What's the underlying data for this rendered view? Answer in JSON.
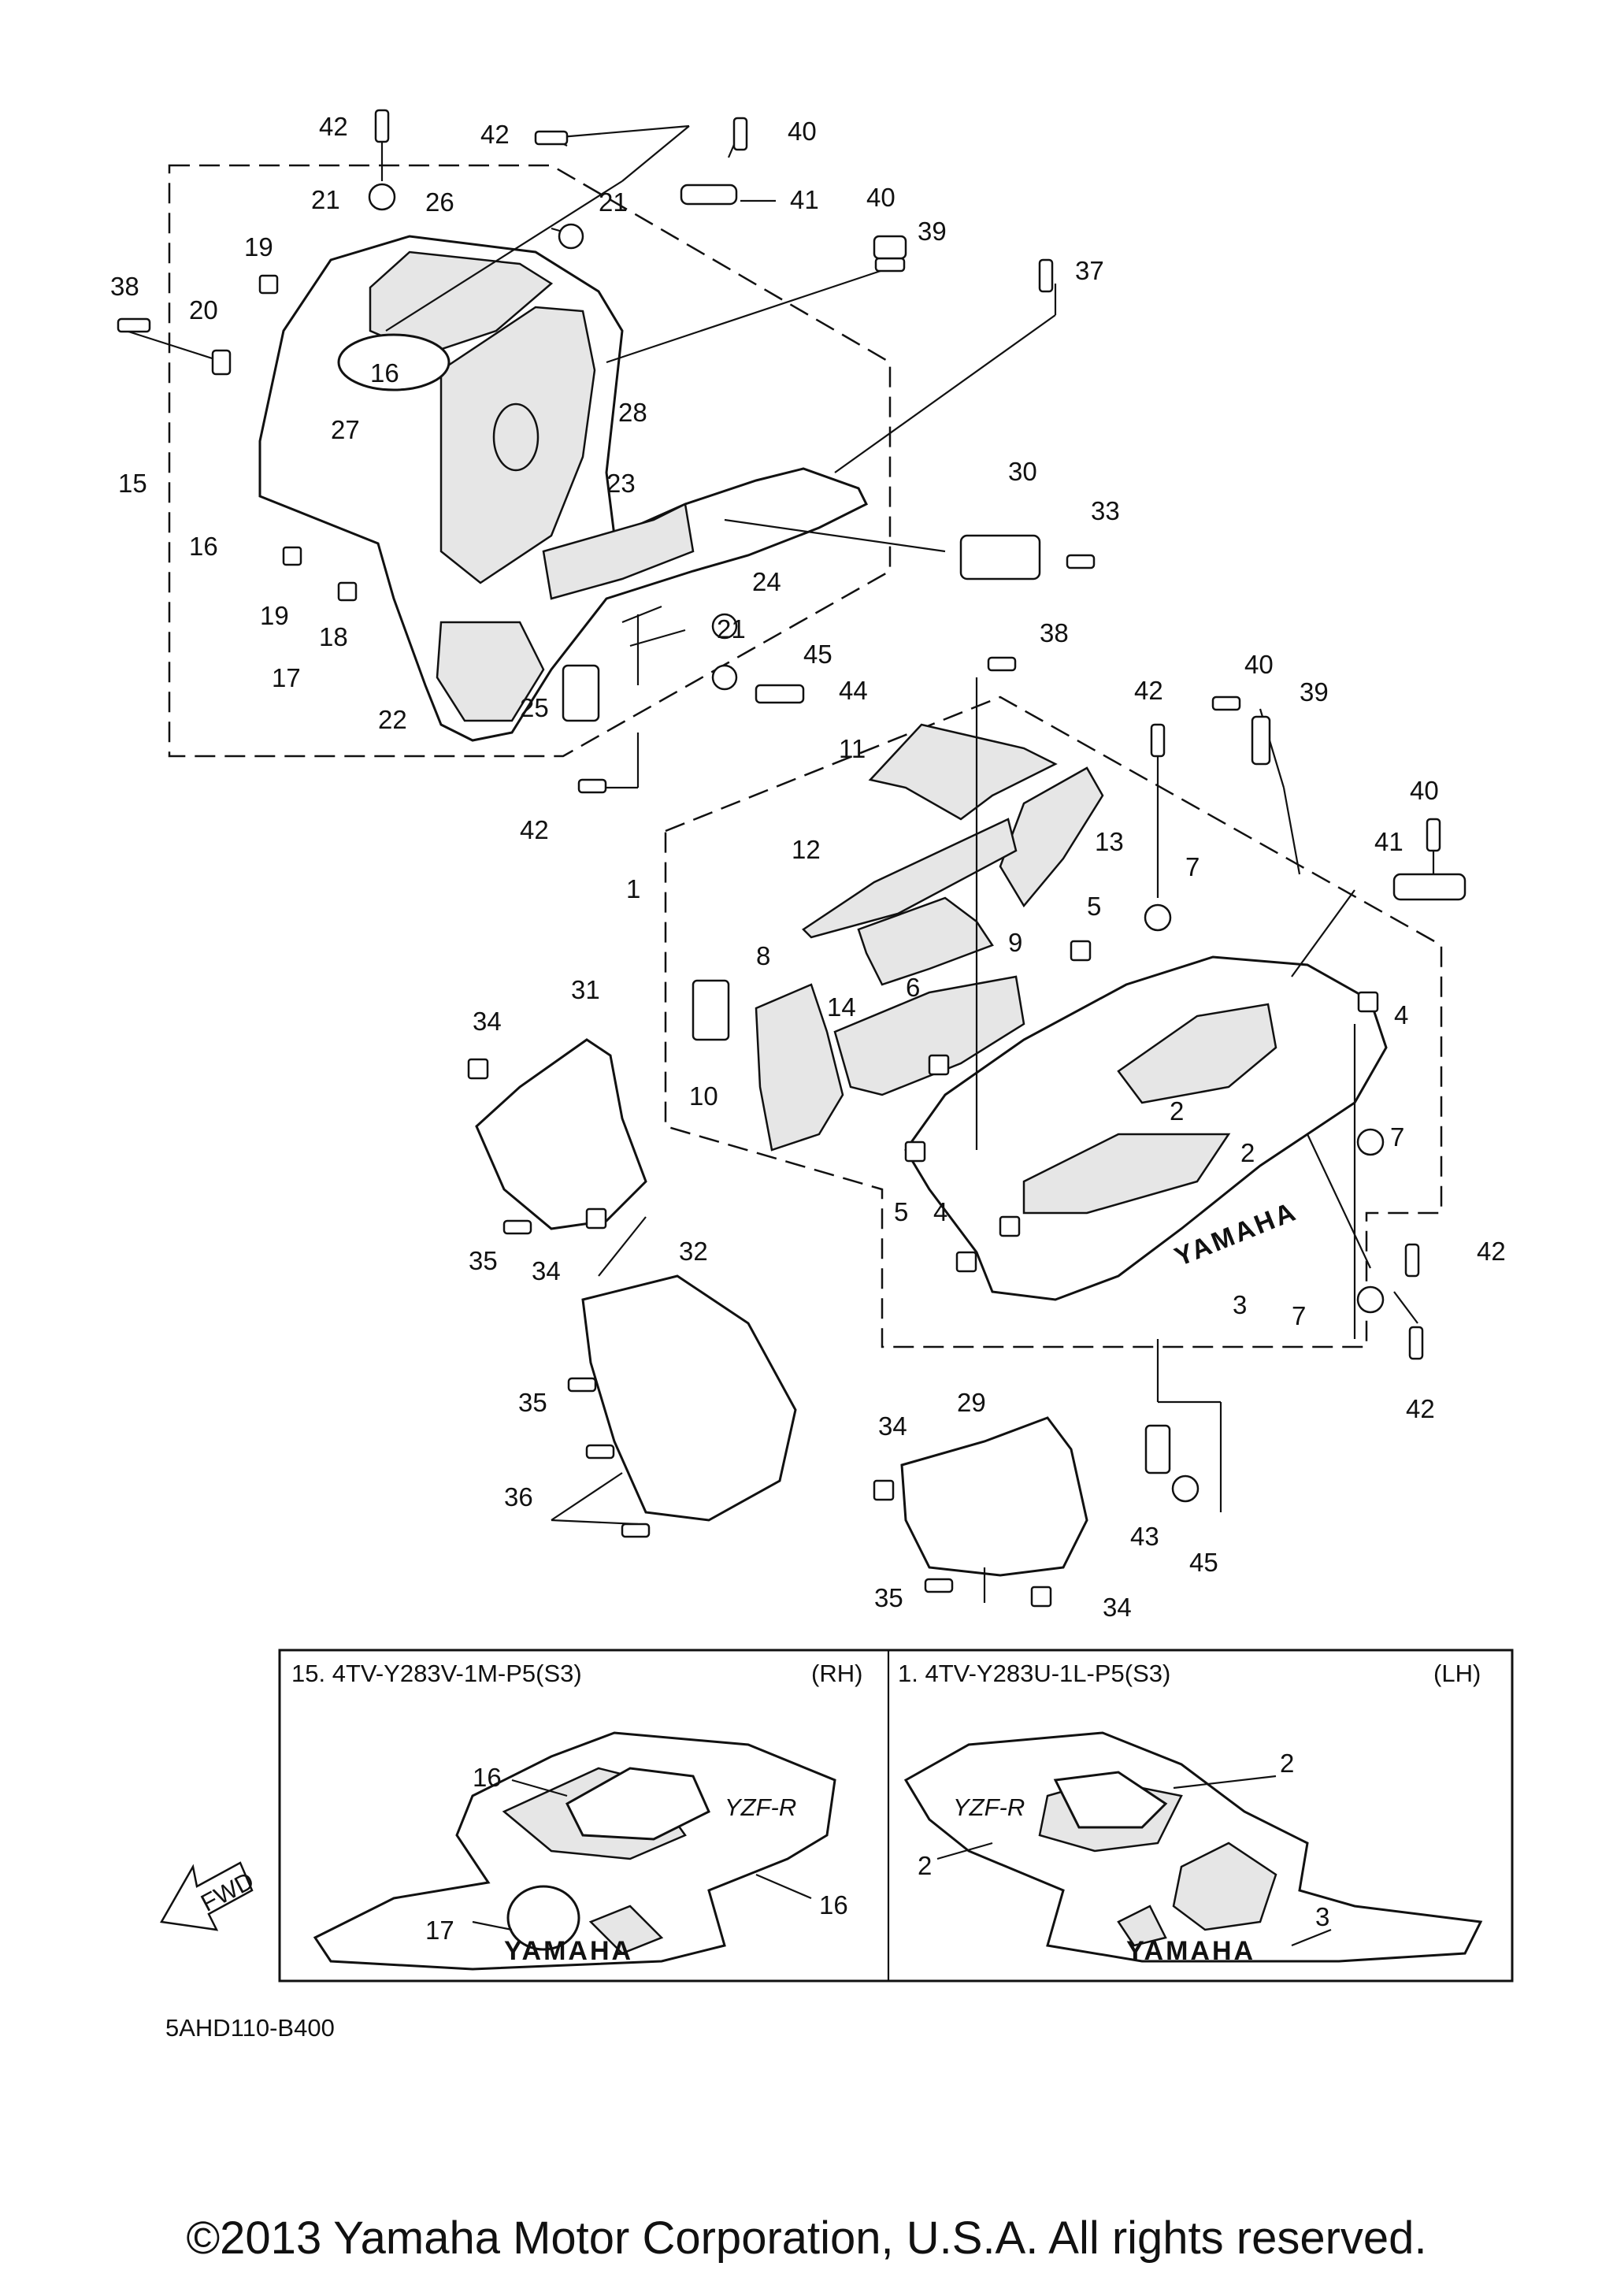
{
  "callouts": [
    {
      "id": "c42a",
      "t": "42"
    },
    {
      "id": "c42b",
      "t": "42"
    },
    {
      "id": "c40a",
      "t": "40"
    },
    {
      "id": "c21a",
      "t": "21"
    },
    {
      "id": "c26",
      "t": "26"
    },
    {
      "id": "c41a",
      "t": "41"
    },
    {
      "id": "c40b",
      "t": "40"
    },
    {
      "id": "c21b",
      "t": "21"
    },
    {
      "id": "c39a",
      "t": "39"
    },
    {
      "id": "c37",
      "t": "37"
    },
    {
      "id": "c19a",
      "t": "19"
    },
    {
      "id": "c38a",
      "t": "38"
    },
    {
      "id": "c20",
      "t": "20"
    },
    {
      "id": "c16a",
      "t": "16"
    },
    {
      "id": "c28",
      "t": "28"
    },
    {
      "id": "c27",
      "t": "27"
    },
    {
      "id": "c15",
      "t": "15"
    },
    {
      "id": "c30",
      "t": "30"
    },
    {
      "id": "c33",
      "t": "33"
    },
    {
      "id": "c23",
      "t": "23"
    },
    {
      "id": "c16b",
      "t": "16"
    },
    {
      "id": "c24",
      "t": "24"
    },
    {
      "id": "c19b",
      "t": "19"
    },
    {
      "id": "c18",
      "t": "18"
    },
    {
      "id": "c21c",
      "t": "21"
    },
    {
      "id": "c45a",
      "t": "45"
    },
    {
      "id": "c38b",
      "t": "38"
    },
    {
      "id": "c40c",
      "t": "40"
    },
    {
      "id": "c17",
      "t": "17"
    },
    {
      "id": "c44",
      "t": "44"
    },
    {
      "id": "c42c",
      "t": "42"
    },
    {
      "id": "c39b",
      "t": "39"
    },
    {
      "id": "c25",
      "t": "25"
    },
    {
      "id": "c22",
      "t": "22"
    },
    {
      "id": "c11",
      "t": "11"
    },
    {
      "id": "c42d",
      "t": "42"
    },
    {
      "id": "c13",
      "t": "13"
    },
    {
      "id": "c40d",
      "t": "40"
    },
    {
      "id": "c1",
      "t": "1"
    },
    {
      "id": "c12",
      "t": "12"
    },
    {
      "id": "c41b",
      "t": "41"
    },
    {
      "id": "c7a",
      "t": "7"
    },
    {
      "id": "c5a",
      "t": "5"
    },
    {
      "id": "c9",
      "t": "9"
    },
    {
      "id": "c8",
      "t": "8"
    },
    {
      "id": "c6",
      "t": "6"
    },
    {
      "id": "c14",
      "t": "14"
    },
    {
      "id": "c31",
      "t": "31"
    },
    {
      "id": "c34a",
      "t": "34"
    },
    {
      "id": "c4a",
      "t": "4"
    },
    {
      "id": "c2a",
      "t": "2"
    },
    {
      "id": "c10",
      "t": "10"
    },
    {
      "id": "c2b",
      "t": "2"
    },
    {
      "id": "c7b",
      "t": "7"
    },
    {
      "id": "c5b",
      "t": "5"
    },
    {
      "id": "c4b",
      "t": "4"
    },
    {
      "id": "c35a",
      "t": "35"
    },
    {
      "id": "c34b",
      "t": "34"
    },
    {
      "id": "c42e",
      "t": "42"
    },
    {
      "id": "c32",
      "t": "32"
    },
    {
      "id": "c3a",
      "t": "3"
    },
    {
      "id": "c7c",
      "t": "7"
    },
    {
      "id": "c35b",
      "t": "35"
    },
    {
      "id": "c42f",
      "t": "42"
    },
    {
      "id": "c34c",
      "t": "34"
    },
    {
      "id": "c29",
      "t": "29"
    },
    {
      "id": "c36",
      "t": "36"
    },
    {
      "id": "c43",
      "t": "43"
    },
    {
      "id": "c45b",
      "t": "45"
    },
    {
      "id": "c35c",
      "t": "35"
    },
    {
      "id": "c34d",
      "t": "34"
    },
    {
      "id": "c16c",
      "t": "16"
    },
    {
      "id": "c16d",
      "t": "16"
    },
    {
      "id": "c17b",
      "t": "17"
    },
    {
      "id": "c2c",
      "t": "2"
    },
    {
      "id": "c2d",
      "t": "2"
    },
    {
      "id": "c3b",
      "t": "3"
    }
  ],
  "color_variants": {
    "rh": {
      "title": "15. 4TV-Y283V-1M-P5(S3)",
      "side": "(RH)"
    },
    "lh": {
      "title": "1. 4TV-Y283U-1L-P5(S3)",
      "side": "(LH)"
    }
  },
  "fwd_label": "FWD",
  "logo_text": "YAMAHA",
  "model_tag": "YZF-R",
  "diagram_ref": "5AHD110-B400",
  "copyright": "©2013 Yamaha Motor Corporation, U.S.A. All rights reserved."
}
